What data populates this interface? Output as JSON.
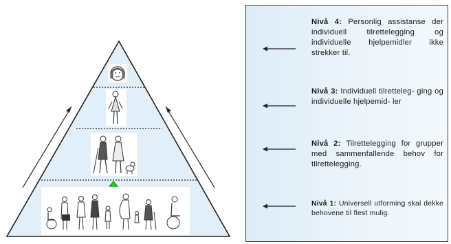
{
  "levels": [
    {
      "label": "Nivå 4:",
      "text": "Personlig assistanse der individuell tilrettelegging og individuelle hjelpemidler ikke strekker til."
    },
    {
      "label": "Nivå 3:",
      "text": "Individuell tilretteleg- ging og individuelle hjelpemid- ler"
    },
    {
      "label": "Nivå 2:",
      "text": "Tilrettelegging for grupper med sammenfallende behov for tilrettelegging."
    },
    {
      "label": "Nivå 1:",
      "text": "Universell utforming skal dekke behovene til flest mulig."
    }
  ],
  "colors": {
    "panel": "#e4f0f9",
    "triangle": "#e4f0f9",
    "up_arrow": "#22cc22"
  }
}
